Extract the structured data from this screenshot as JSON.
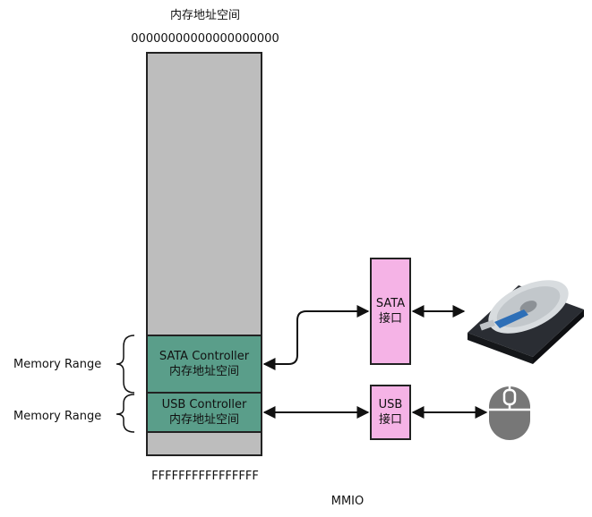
{
  "memory_space": {
    "title": "内存地址空间",
    "start_address": "00000000000000000000",
    "end_address": "FFFFFFFFFFFFFFFF"
  },
  "regions": [
    {
      "name_line": "SATA Controller",
      "desc_line": "内存地址空间",
      "range_label": "Memory Range"
    },
    {
      "name_line": "USB Controller",
      "desc_line": "内存地址空间",
      "range_label": "Memory Range"
    }
  ],
  "interfaces": [
    {
      "line1": "SATA",
      "line2": "接口"
    },
    {
      "line1": "USB",
      "line2": "接口"
    }
  ],
  "devices": [
    {
      "icon": "hard-drive-icon"
    },
    {
      "icon": "mouse-icon"
    }
  ],
  "caption": "MMIO",
  "colors": {
    "memory_column": "#bdbdbd",
    "controller_region": "#5a9e8a",
    "interface_box": "#f5b3e6",
    "stroke": "#222222"
  }
}
